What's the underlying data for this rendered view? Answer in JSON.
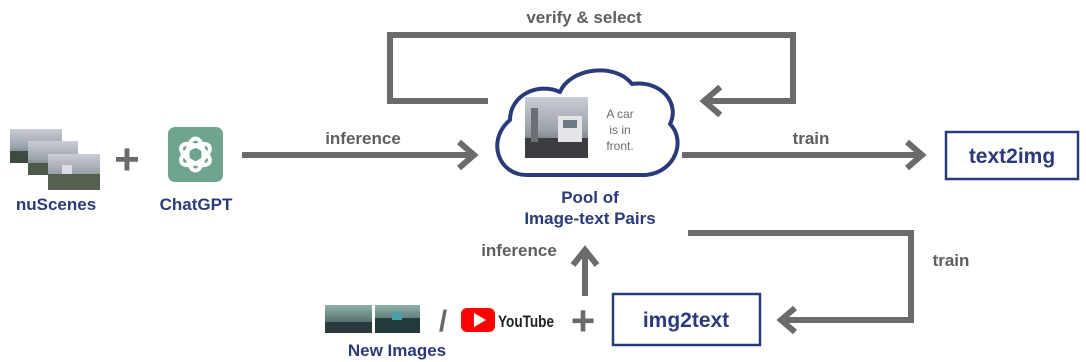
{
  "labels": {
    "verify_select": "verify & select",
    "inference_top": "inference",
    "train_right": "train",
    "train_down": "train",
    "inference_bottom": "inference",
    "pool_line1": "Pool of",
    "pool_line2": "Image-text Pairs",
    "nuscenes": "nuScenes",
    "chatgpt": "ChatGPT",
    "new_images": "New Images",
    "text2img": "text2img",
    "img2text": "img2text",
    "caption_line1": "A car",
    "caption_line2": "is in",
    "caption_line3": "front.",
    "youtube": "YouTube",
    "plus": "+",
    "slash": "/"
  },
  "colors": {
    "arrow": "#6b6b6b",
    "accent_blue": "#2b3a7a",
    "chatgpt_green": "#6fa58f",
    "youtube_red": "#ff0000"
  },
  "icons": [
    "chatgpt-logo-icon",
    "youtube-play-icon",
    "cloud-icon"
  ]
}
